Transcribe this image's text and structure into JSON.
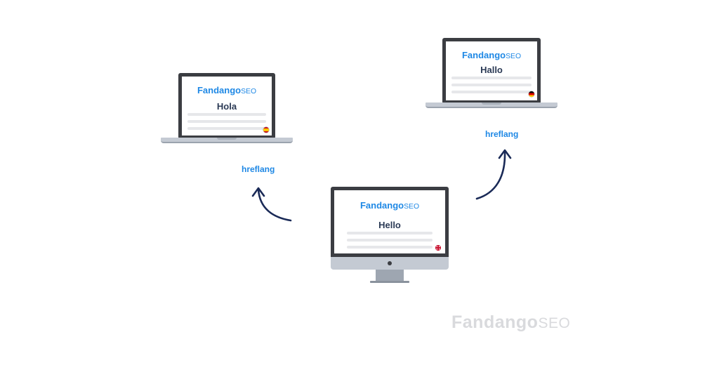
{
  "brand": {
    "name": "Fandango",
    "suffix": "SEO"
  },
  "devices": {
    "spanish_laptop": {
      "greeting": "Hola",
      "flag": "spain-flag-icon"
    },
    "german_laptop": {
      "greeting": "Hallo",
      "flag": "germany-flag-icon"
    },
    "english_monitor": {
      "greeting": "Hello",
      "flag": "uk-flag-icon"
    }
  },
  "links": {
    "left_label": "hreflang",
    "right_label": "hreflang"
  },
  "watermark": {
    "name": "Fandango",
    "suffix": "SEO"
  },
  "colors": {
    "brand_blue": "#1e88e5",
    "arrow_navy": "#1a2a57",
    "bezel": "#3b3d42",
    "greeting": "#2b3a55"
  }
}
